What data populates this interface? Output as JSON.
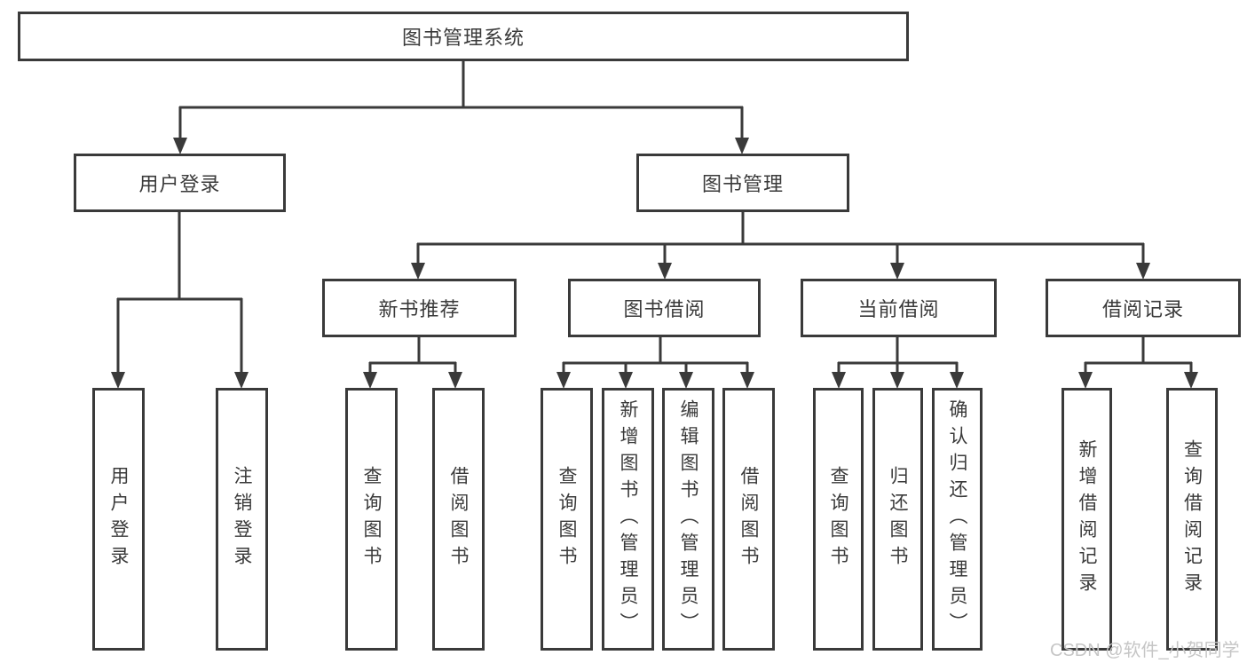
{
  "diagram_title": "图书管理系统",
  "tree": {
    "root": {
      "label": "图书管理系统"
    },
    "branches": [
      {
        "label": "用户登录",
        "children": [
          {
            "label": "用户登录"
          },
          {
            "label": "注销登录"
          }
        ]
      },
      {
        "label": "图书管理",
        "children": [
          {
            "label": "新书推荐",
            "children": [
              {
                "label": "查询图书"
              },
              {
                "label": "借阅图书"
              }
            ]
          },
          {
            "label": "图书借阅",
            "children": [
              {
                "label": "查询图书"
              },
              {
                "label": "新增图书（管理员）"
              },
              {
                "label": "编辑图书（管理员）"
              },
              {
                "label": "借阅图书"
              }
            ]
          },
          {
            "label": "当前借阅",
            "children": [
              {
                "label": "查询图书"
              },
              {
                "label": "归还图书"
              },
              {
                "label": "确认归还（管理员）"
              }
            ]
          },
          {
            "label": "借阅记录",
            "children": [
              {
                "label": "新增借阅记录"
              },
              {
                "label": "查询借阅记录"
              }
            ]
          }
        ]
      }
    ]
  },
  "watermark": {
    "text": "CSDN @软件_小贺同学"
  },
  "colors": {
    "connector": "#3a3a3a",
    "box_border": "#3a3a3a",
    "text": "#3a3a3a",
    "watermark_text": "#c6c6c6",
    "background": "#ffffff"
  }
}
